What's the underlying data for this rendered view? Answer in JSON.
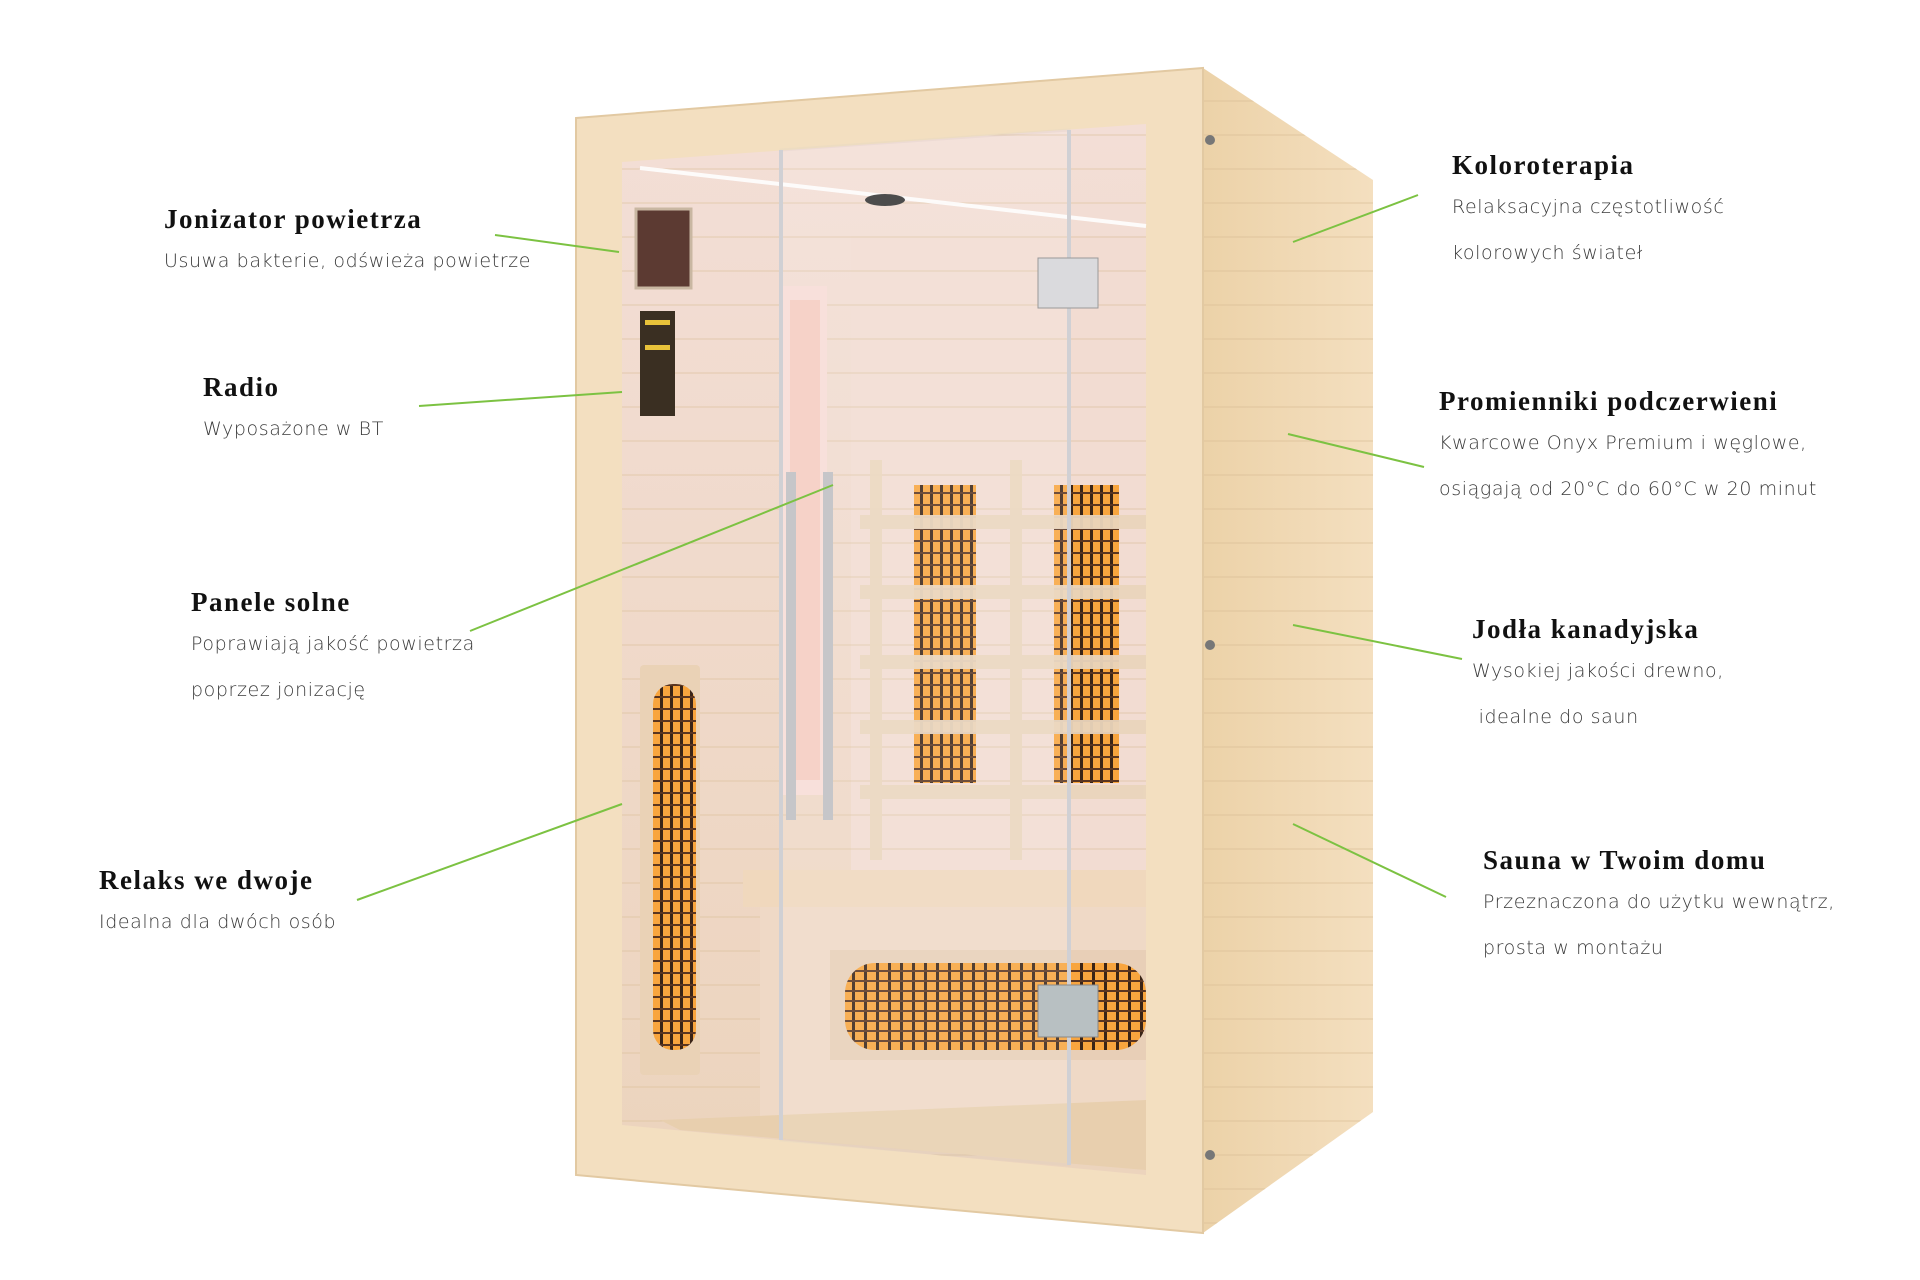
{
  "colors": {
    "leader_line": "#7cc242",
    "title": "#111111",
    "subtitle": "#3a3a3a",
    "wood": "#f2dcbc",
    "heater_glow": "#f7a23c"
  },
  "features_left": [
    {
      "title": "Jonizator powietrza",
      "lines": [
        "Usuwa bakterie, odświeża powietrze"
      ]
    },
    {
      "title": "Radio",
      "lines": [
        "Wyposażone w BT"
      ]
    },
    {
      "title": "Panele solne",
      "lines": [
        "Poprawiają jakość powietrza",
        "poprzez jonizację"
      ]
    },
    {
      "title": "Relaks we dwoje",
      "lines": [
        "Idealna dla dwóch osób"
      ]
    }
  ],
  "features_right": [
    {
      "title": "Koloroterapia",
      "lines": [
        "Relaksacyjna częstotliwość",
        "kolorowych świateł"
      ]
    },
    {
      "title": "Promienniki podczerwieni",
      "lines": [
        "Kwarcowe Onyx Premium i węglowe,",
        "osiągają od 20°C do 60°C w 20 minut"
      ]
    },
    {
      "title": "Jodła kanadyjska",
      "lines": [
        "Wysokiej jakości drewno,",
        " idealne do saun"
      ]
    },
    {
      "title": "Sauna w Twoim domu",
      "lines": [
        "Przeznaczona do użytku wewnątrz,",
        "prosta w montażu"
      ]
    }
  ]
}
